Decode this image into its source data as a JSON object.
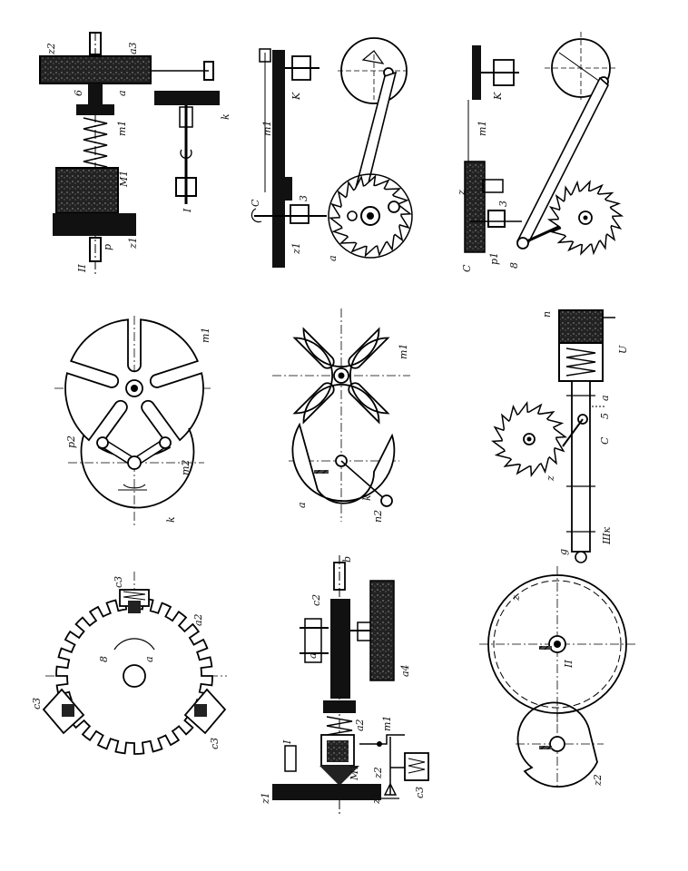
{
  "labels": {
    "p1_a": "z2",
    "p1_b": "a3",
    "p1_c": "a",
    "p1_d": "6",
    "p1_e": "m1",
    "p1_f": "M1",
    "p1_g": "II",
    "p1_h": "p",
    "p1_i": "z1",
    "p1_j": "I",
    "p1_k": "k",
    "p2_a": "K",
    "p2_b": "m1",
    "p2_c": "3",
    "p2_d": "C",
    "p2_e": "z1",
    "p2_f": "a",
    "p3_a": "z",
    "p3_b": "K",
    "p3_c": "m1",
    "p3_d": "C",
    "p3_e": "p1",
    "p3_f": "8",
    "p3_g": "3",
    "p4_a": "m1",
    "p4_b": "p2",
    "p4_c": "m2",
    "p4_d": "k",
    "p5_a": "m1",
    "p5_b": "a",
    "p5_c": "k",
    "p5_d": "n2",
    "p6_a": "n",
    "p6_b": "U",
    "p6_c": "a",
    "p6_d": "5",
    "p6_e": "C",
    "p6_f": "z",
    "p6_g": "Шк",
    "p6_h": "g",
    "p7_a": "c3",
    "p7_b": "a2",
    "p7_c": "a",
    "p7_d": "8",
    "p7_e": "c3",
    "p7_f": "c3",
    "p8_a": "b",
    "p8_b": "c2",
    "p8_c": "a",
    "p8_d": "a4",
    "p8_e": "I",
    "p8_f": "a2",
    "p8_g": "m1",
    "p8_h": "M1",
    "p8_i": "z1",
    "p8_j": "z2",
    "p8_k": "z1",
    "p8_l": "c3",
    "p9_a": "z",
    "p9_b": "II",
    "p9_c": "z2"
  }
}
